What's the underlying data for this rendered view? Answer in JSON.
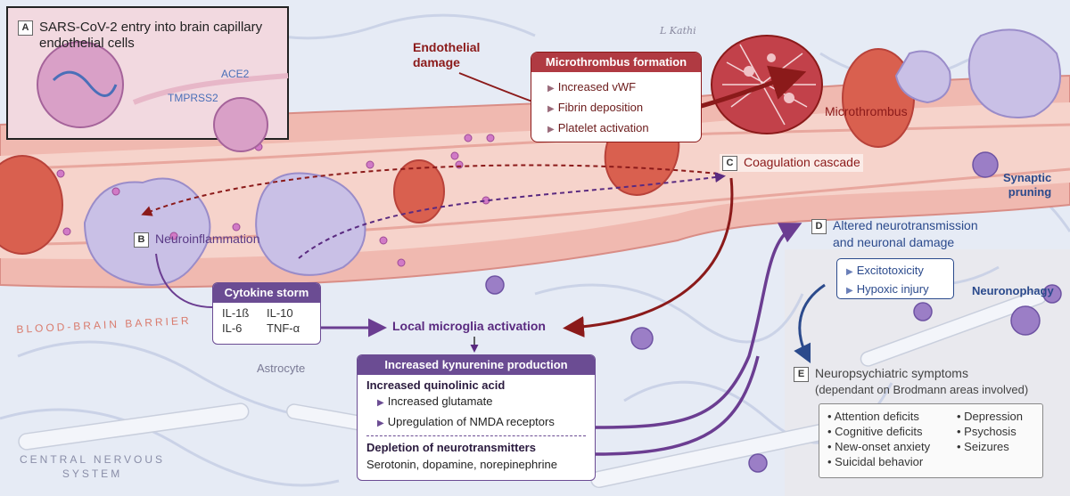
{
  "panel_a": {
    "badge": "A",
    "title_line1": "SARS-CoV-2 entry into brain capillary",
    "title_line2": "endothelial cells",
    "ace2": "ACE2",
    "tmprss2": "TMPRSS2"
  },
  "endothelial_damage": {
    "line1": "Endothelial",
    "line2": "damage"
  },
  "microthrombus_formation": {
    "header": "Microthrombus formation",
    "items": [
      "Increased vWF",
      "Fibrin deposition",
      "Platelet activation"
    ]
  },
  "microthrombus_label": "Microthrombus",
  "signature": "L Kathi",
  "coagulation": {
    "badge": "C",
    "label": "Coagulation cascade"
  },
  "neuroinflammation": {
    "badge": "B",
    "label": "Neuroinflammation"
  },
  "synaptic_pruning": {
    "line1": "Synaptic",
    "line2": "pruning"
  },
  "neurotransmission": {
    "badge": "D",
    "line1": "Altered neurotransmission",
    "line2": "and neuronal damage"
  },
  "excito_box": {
    "items": [
      "Excitotoxicity",
      "Hypoxic injury"
    ]
  },
  "neuronophagy": "Neuronophagy",
  "cytokine": {
    "header": "Cytokine storm",
    "c1": "IL-1ß",
    "c2": "IL-10",
    "c3": "IL-6",
    "c4": "TNF-α"
  },
  "bbb": "BLOOD-BRAIN BARRIER",
  "microglia": "Local microglia activation",
  "astrocyte": "Astrocyte",
  "cns": {
    "line1": "CENTRAL NERVOUS",
    "line2": "SYSTEM"
  },
  "kynurenine": {
    "header": "Increased kynurenine production",
    "quinolinic": "Increased quinolinic acid",
    "items": [
      "Increased glutamate",
      "Upregulation of NMDA receptors"
    ],
    "depletion": "Depletion of neurotransmitters",
    "transmitters": "Serotonin, dopamine, norepinephrine"
  },
  "neuropsych": {
    "badge": "E",
    "title": "Neuropsychiatric symptoms",
    "subtitle": "(dependant on Brodmann areas involved)",
    "col1": [
      "Attention deficits",
      "Cognitive deficits",
      "New-onset anxiety",
      "Suicidal behavior"
    ],
    "col2": [
      "Depression",
      "Psychosis",
      "Seizures"
    ]
  },
  "colors": {
    "purple": "#6b4c93",
    "dark_red": "#8b1a1a",
    "blue": "#2b4a8c"
  }
}
